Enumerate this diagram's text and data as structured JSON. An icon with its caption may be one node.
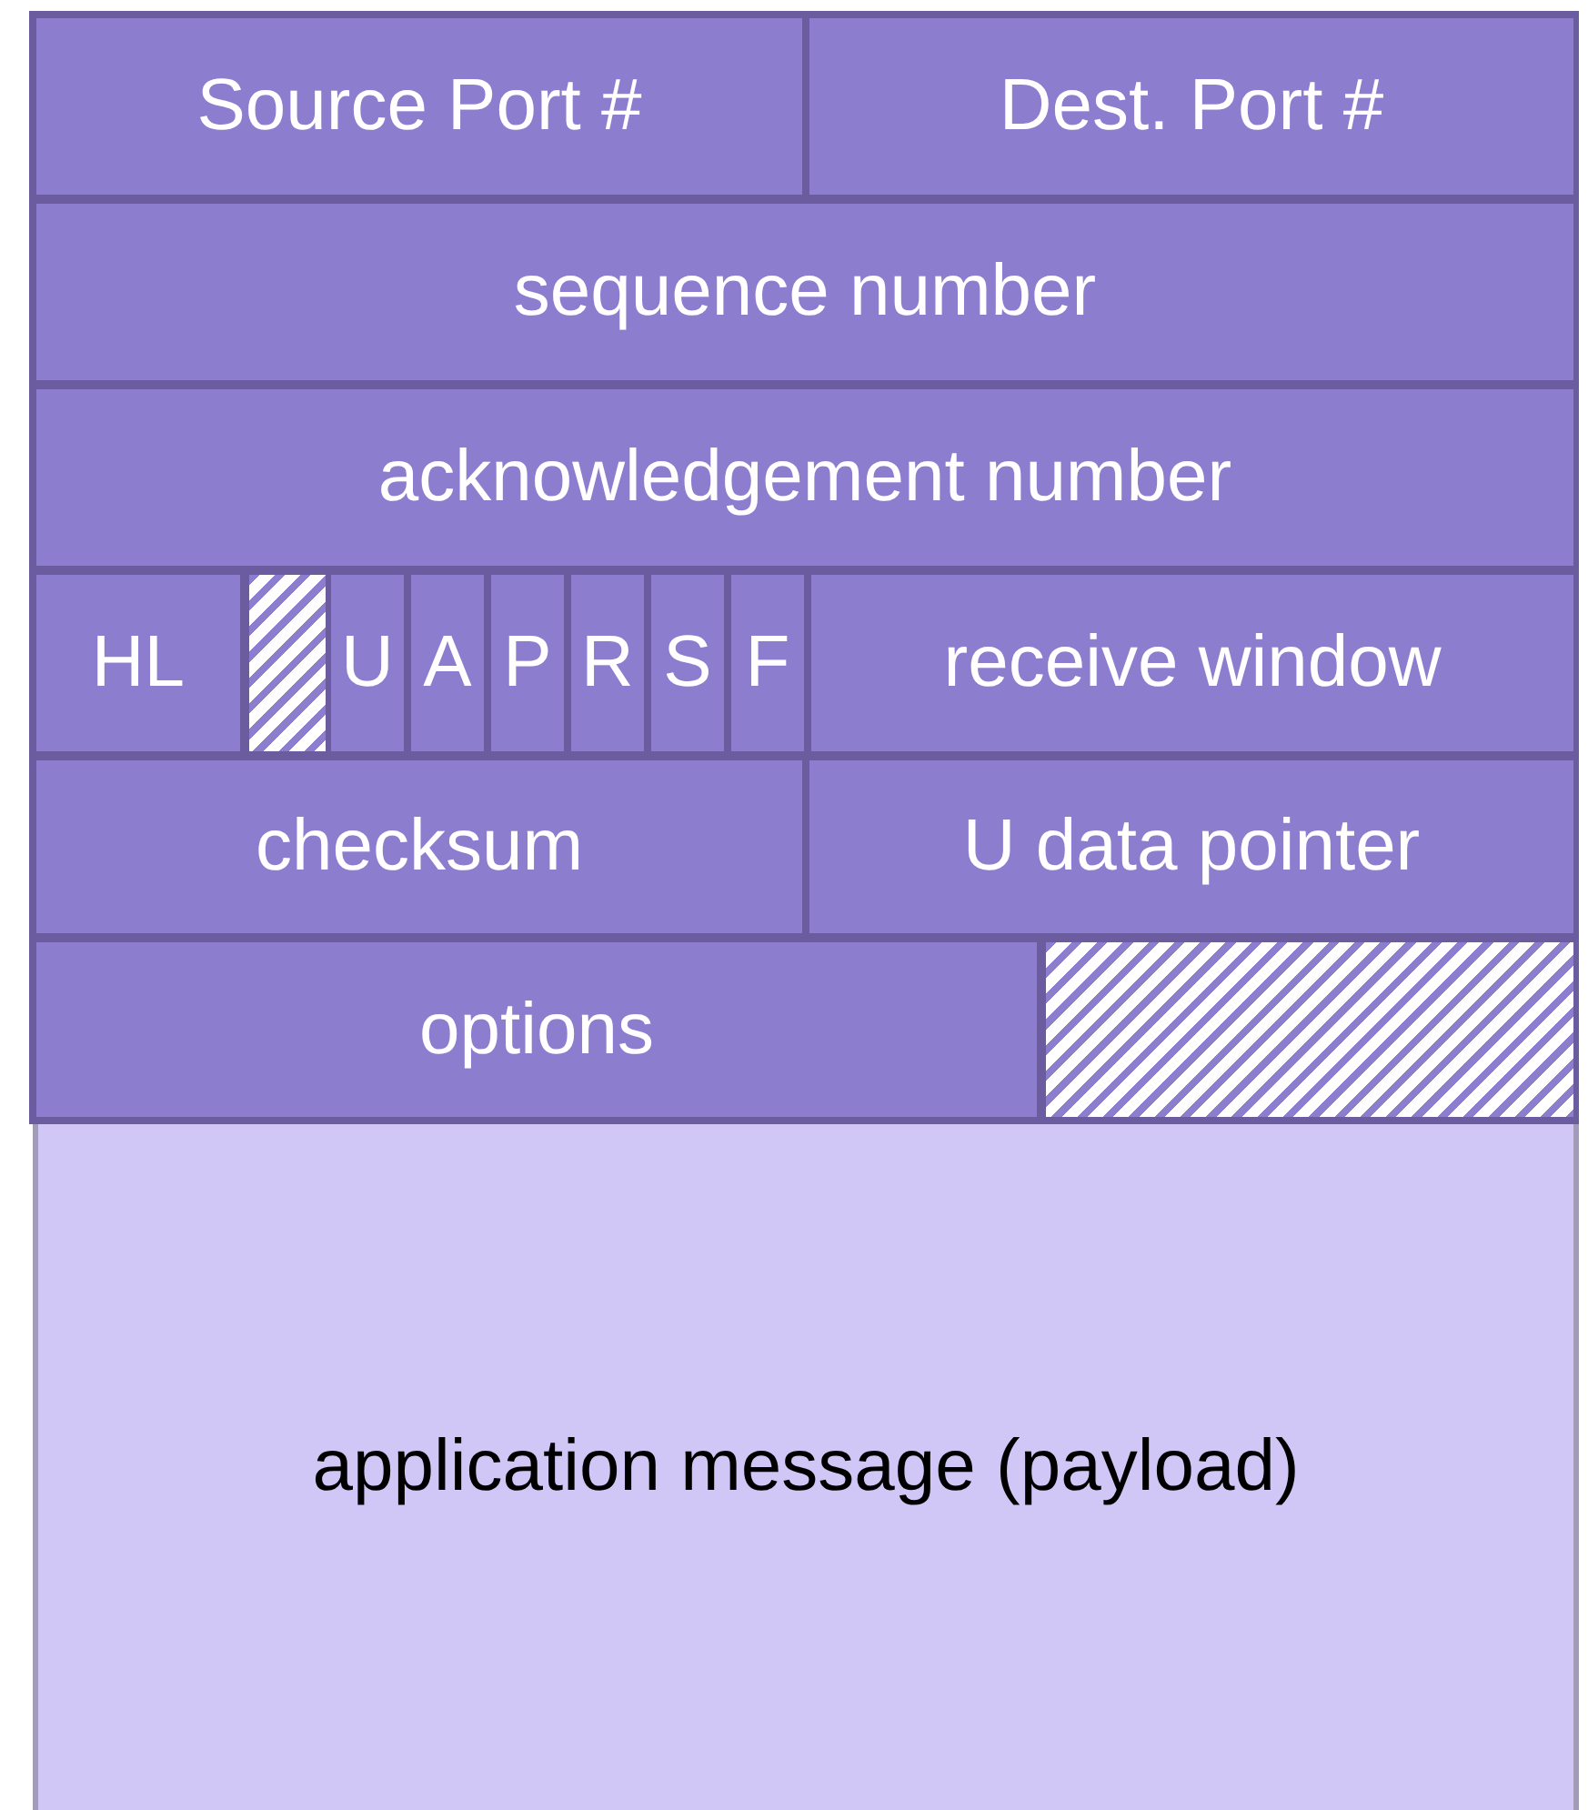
{
  "diagram": {
    "nodes": [
      {
        "text": [
          "Source Port #"
        ]
      },
      {
        "text": [
          "Dest. Port #"
        ]
      },
      {
        "text": [
          "sequence number"
        ]
      },
      {
        "text": [
          "acknowledgement number"
        ]
      },
      {
        "text": [
          "HL"
        ]
      },
      {
        "text": [],
        "shape": "box"
      },
      {
        "text": [
          "U"
        ]
      },
      {
        "text": [
          "A"
        ]
      },
      {
        "text": [
          "P"
        ]
      },
      {
        "text": [
          "R"
        ]
      },
      {
        "text": [
          "S"
        ]
      },
      {
        "text": [
          "F"
        ]
      },
      {
        "text": [
          "receive window"
        ]
      },
      {
        "text": [
          "checksum"
        ]
      },
      {
        "text": [
          "U data pointer"
        ]
      },
      {
        "text": [
          "options"
        ]
      },
      {
        "text": [],
        "shape": "box"
      },
      {
        "text": [
          "application message (payload)"
        ]
      }
    ]
  }
}
